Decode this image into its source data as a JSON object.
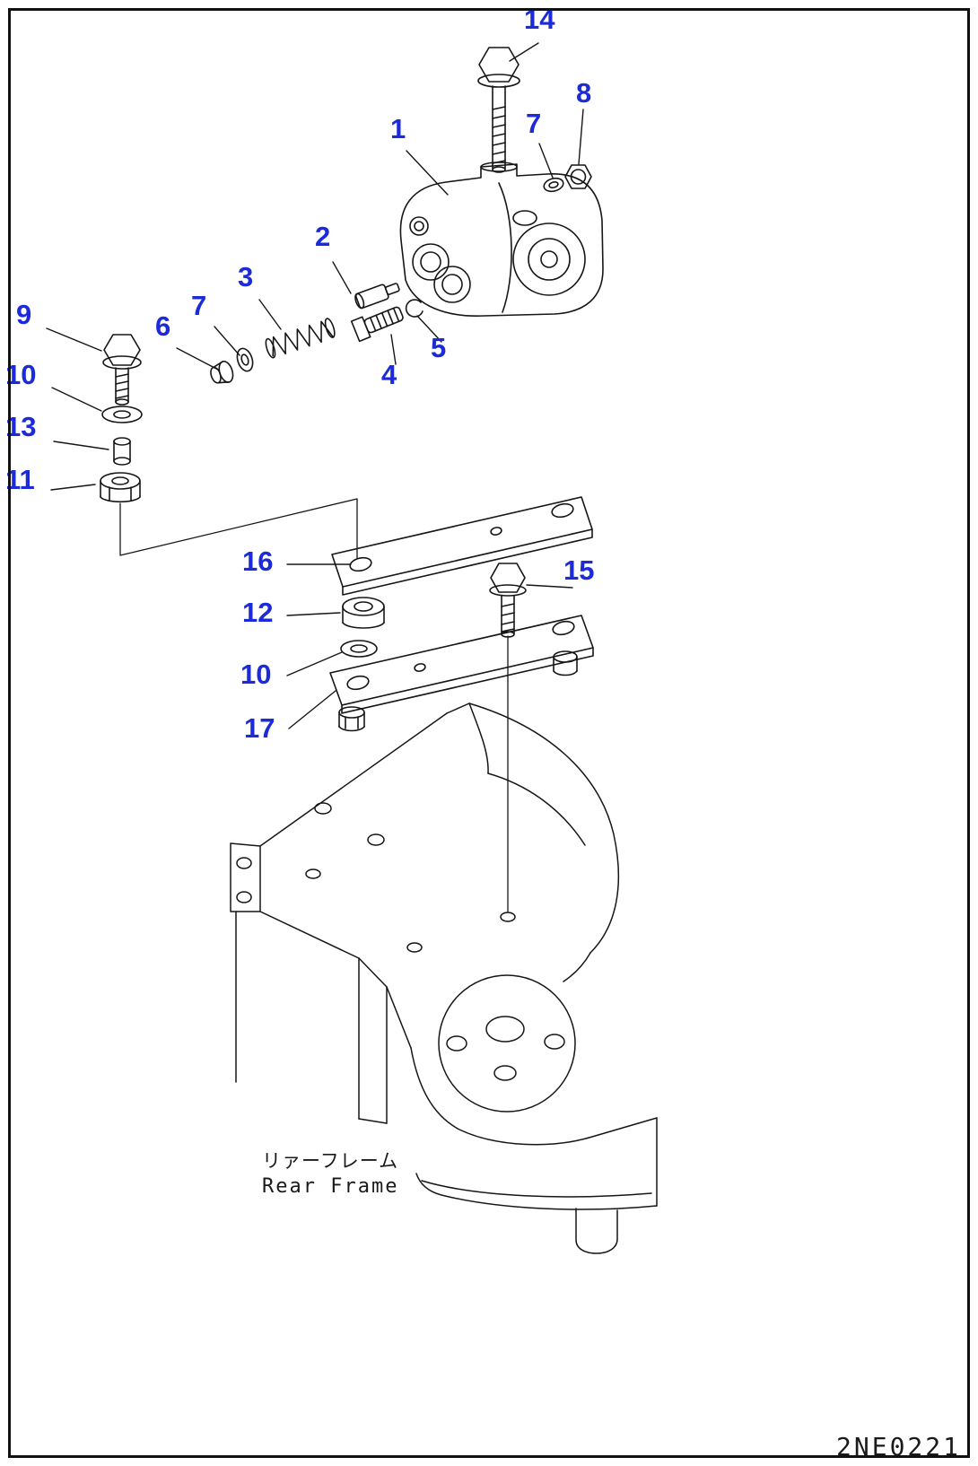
{
  "diagram": {
    "callout_color": "#1b2bd8",
    "line_color": "#161616",
    "callout_labels": [
      "14",
      "8",
      "7",
      "1",
      "2",
      "3",
      "7",
      "6",
      "9",
      "10",
      "13",
      "11",
      "16",
      "15",
      "12",
      "10",
      "17",
      "5",
      "4"
    ],
    "labels": {
      "frame_jp": "リァーフレーム",
      "frame_en": "Rear Frame",
      "drawing_number": "2NE0221"
    }
  }
}
